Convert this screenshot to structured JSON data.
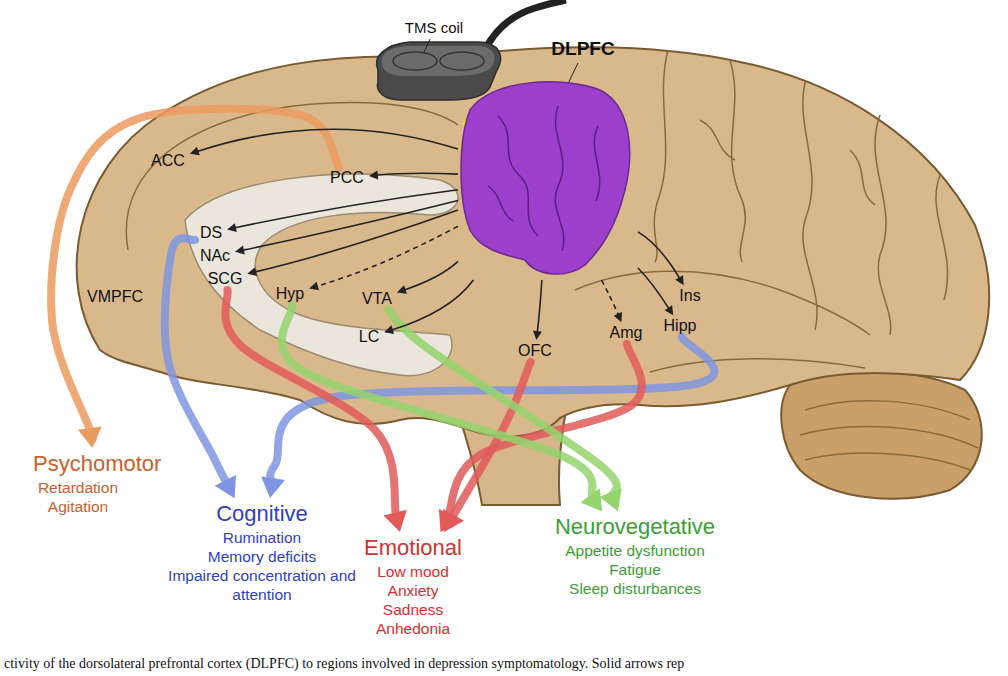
{
  "diagram": {
    "caption": "ctivity of the dorsolateral prefrontal cortex (DLPFC) to regions involved in depression symptomatology. Solid arrows rep",
    "nodes": [
      {
        "text": [
          "DLPFC"
        ]
      },
      {
        "text": [
          "ACC"
        ]
      },
      {
        "text": [
          "PCC"
        ]
      },
      {
        "text": [
          "DS"
        ]
      },
      {
        "text": [
          "NAc"
        ]
      },
      {
        "text": [
          "SCG"
        ]
      },
      {
        "text": [
          "VMPFC"
        ]
      },
      {
        "text": [
          "Hyp"
        ]
      },
      {
        "text": [
          "VTA"
        ]
      },
      {
        "text": [
          "LC"
        ]
      },
      {
        "text": [
          "OFC"
        ]
      },
      {
        "text": [
          "Ins"
        ]
      },
      {
        "text": [
          "Amg"
        ]
      },
      {
        "text": [
          "Hipp"
        ]
      },
      {
        "text": [
          "Psychomotor",
          "Retardation",
          "Agitation"
        ]
      },
      {
        "text": [
          "Cognitive",
          "Rumination",
          "Memory deficits",
          "Impaired concentration and attention"
        ]
      },
      {
        "text": [
          "Emotional",
          "Low mood",
          "Anxiety",
          "Sadness",
          "Anhedonia"
        ]
      },
      {
        "text": [
          "Neurovegetative",
          "Appetite dysfunction",
          "Fatigue",
          "Sleep disturbances"
        ]
      }
    ],
    "edges": [
      {
        "from": 0,
        "to": 1,
        "arrow": "to"
      },
      {
        "from": 0,
        "to": 2,
        "arrow": "to"
      },
      {
        "from": 0,
        "to": 3,
        "arrow": "to"
      },
      {
        "from": 0,
        "to": 4,
        "arrow": "to"
      },
      {
        "from": 0,
        "to": 5,
        "arrow": "to"
      },
      {
        "from": 0,
        "to": 7,
        "arrow": "to"
      },
      {
        "from": 0,
        "to": 8,
        "arrow": "to"
      },
      {
        "from": 0,
        "to": 9,
        "arrow": "to"
      },
      {
        "from": 0,
        "to": 10,
        "arrow": "to"
      },
      {
        "from": 0,
        "to": 12,
        "arrow": "to"
      },
      {
        "from": 0,
        "to": 13,
        "arrow": "to"
      },
      {
        "from": 0,
        "to": 11,
        "arrow": "to"
      },
      {
        "from": 2,
        "to": 14,
        "arrow": "to"
      },
      {
        "from": 13,
        "to": 15,
        "arrow": "to"
      },
      {
        "from": 3,
        "to": 15,
        "arrow": "to"
      },
      {
        "from": 5,
        "to": 16,
        "arrow": "to"
      },
      {
        "from": 10,
        "to": 16,
        "arrow": "to"
      },
      {
        "from": 12,
        "to": 16,
        "arrow": "to"
      },
      {
        "from": 7,
        "to": 17,
        "arrow": "to"
      },
      {
        "from": 8,
        "to": 17,
        "arrow": "to"
      }
    ],
    "labels": [
      "TMS coil"
    ]
  }
}
